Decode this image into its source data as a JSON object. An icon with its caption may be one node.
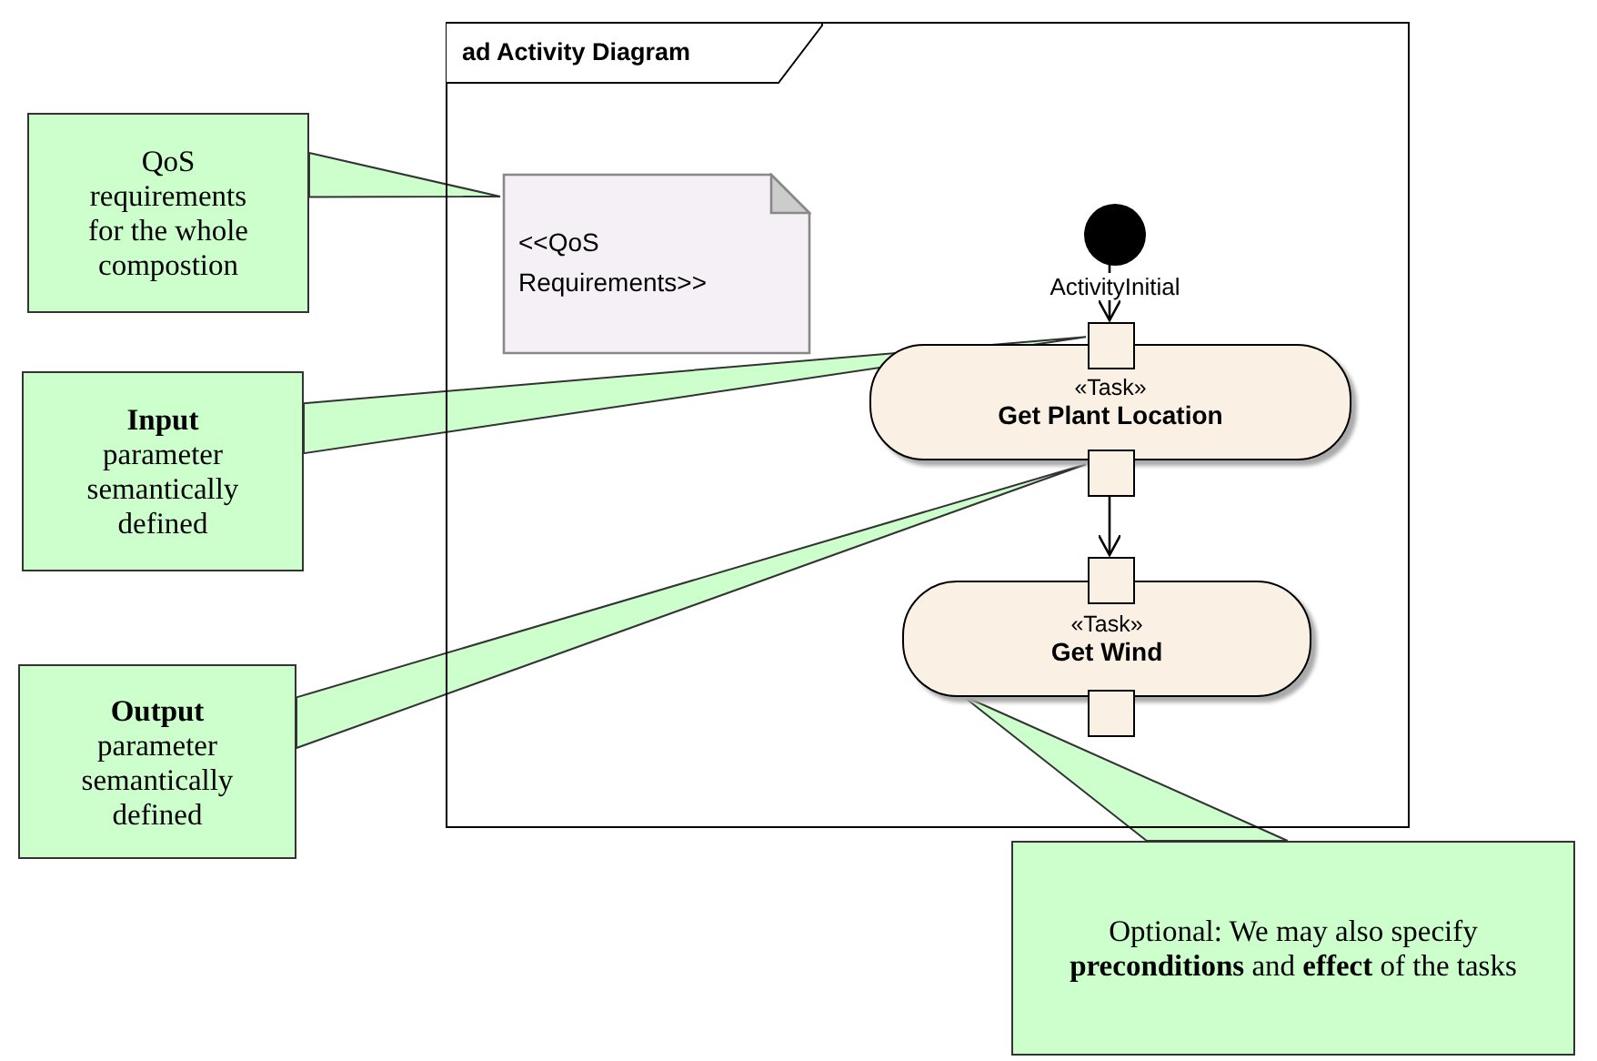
{
  "diagram": {
    "nodes": [
      {
        "text": [
          "ad Activity Diagram"
        ]
      },
      {
        "text": [],
        "shape": "circle",
        "in": 0,
        "beside": [
          "ActivityInitial"
        ]
      },
      {
        "text": [
          "<<QoS Requirements>>"
        ],
        "in": 0
      },
      {
        "text": [
          "«Task»",
          "Get Plant Location"
        ],
        "in": 0
      },
      {
        "text": [],
        "shape": "box",
        "in": 0
      },
      {
        "text": [],
        "shape": "box",
        "in": 0
      },
      {
        "text": [
          "«Task»",
          "Get Wind"
        ],
        "in": 0
      },
      {
        "text": [],
        "shape": "box",
        "in": 0
      },
      {
        "text": [],
        "shape": "box",
        "in": 0
      },
      {
        "text": [
          "QoS requirements for the whole compostion"
        ]
      },
      {
        "text": [
          "**Input** parameter semantically defined"
        ]
      },
      {
        "text": [
          "**Output** parameter semantically defined"
        ]
      },
      {
        "text": [
          "Optional: We may also specify **preconditions** and **effect** of the tasks"
        ]
      }
    ],
    "edges": [
      {
        "from": 1,
        "to": 4,
        "arrow": "to"
      },
      {
        "from": 5,
        "to": 7,
        "arrow": "to"
      },
      {
        "from": 9,
        "to": 2,
        "arrow": "none"
      },
      {
        "from": 10,
        "to": 4,
        "arrow": "none"
      },
      {
        "from": 11,
        "to": 5,
        "arrow": "none"
      },
      {
        "from": 12,
        "to": 6,
        "arrow": "none"
      }
    ]
  }
}
